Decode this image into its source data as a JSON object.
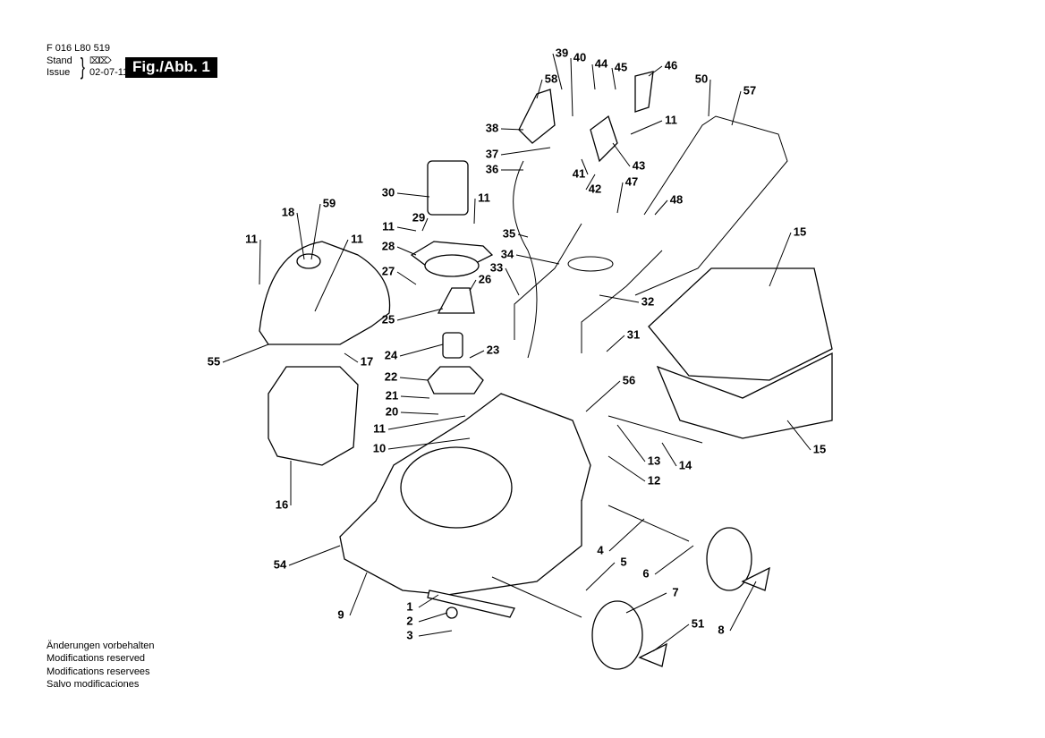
{
  "header": {
    "doc_code": "F 016 L80 519",
    "stand_label": "Stand",
    "issue_label": "Issue",
    "stamp_glyph": "⌧⌦",
    "issue_date": "02-07-11",
    "figure_label": "Fig./Abb. 1"
  },
  "notes": [
    "Änderungen vorbehalten",
    "Modifications reserved",
    "Modifications reservees",
    "Salvo modificaciones"
  ],
  "callouts": [
    "39",
    "40",
    "44",
    "45",
    "46",
    "58",
    "38",
    "37",
    "36",
    "11",
    "43",
    "41",
    "42",
    "47",
    "50",
    "57",
    "48",
    "30",
    "29",
    "11",
    "11",
    "18",
    "59",
    "11",
    "11",
    "35",
    "34",
    "33",
    "28",
    "27",
    "26",
    "25",
    "15",
    "32",
    "31",
    "55",
    "17",
    "24",
    "23",
    "22",
    "21",
    "20",
    "11",
    "10",
    "56",
    "13",
    "14",
    "12",
    "15",
    "16",
    "54",
    "9",
    "4",
    "5",
    "6",
    "7",
    "51",
    "8",
    "1",
    "2",
    "3"
  ]
}
